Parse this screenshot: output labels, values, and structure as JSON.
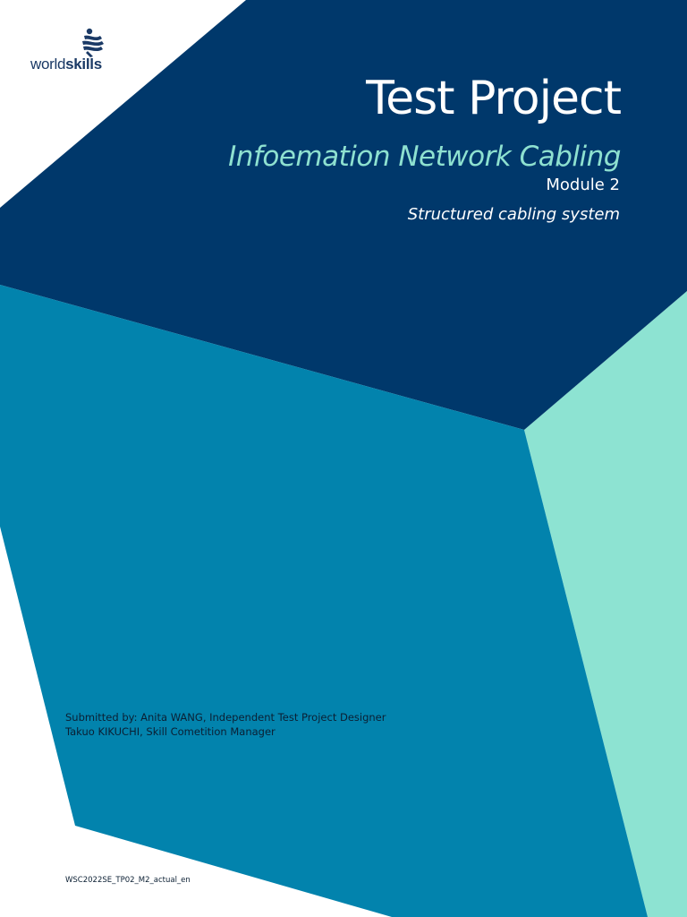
{
  "colors": {
    "navy": "#00386b",
    "teal_blue": "#0283ad",
    "mint": "#8de3d2",
    "subtitle_text": "#8ee1d0"
  },
  "logo": {
    "icon": "worldskills-figure-icon",
    "word_plain": "world",
    "word_bold": "skills"
  },
  "cover": {
    "title": "Test Project",
    "subtitle": "Infoemation Network Cabling",
    "module": "Module 2",
    "module_description": "Structured cabling system"
  },
  "submitted": {
    "line1": "Submitted by: Anita WANG, Independent Test Project Designer",
    "line2": "Takuo KIKUCHI, Skill Cometition Manager"
  },
  "document_code": "WSC2022SE_TP02_M2_actual_en"
}
